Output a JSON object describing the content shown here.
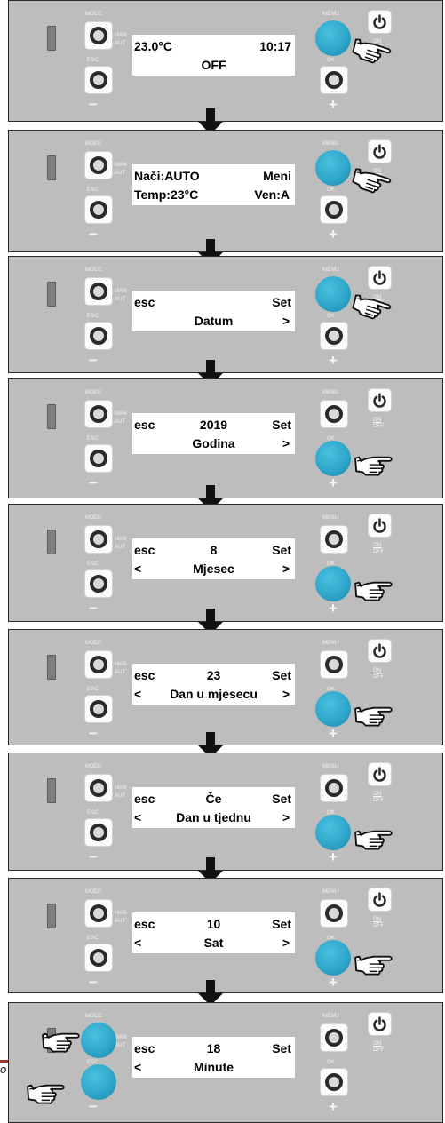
{
  "labels": {
    "mode": "MODE",
    "man": "MAN",
    "aut": "AUT",
    "esc": "ESC",
    "menu": "MENU",
    "ok": "OK",
    "on": "ON",
    "off": "OFF",
    "minus": "−",
    "plus": "+"
  },
  "panels": [
    {
      "line1_left": "23.0°C",
      "line1_center": "",
      "line1_right": "10:17",
      "line2_left": "",
      "line2_center": "OFF",
      "line2_right": "",
      "press": "menu"
    },
    {
      "line1_left": "Nači:AUTO",
      "line1_center": "",
      "line1_right": "Meni",
      "line2_left": "Temp:23°C",
      "line2_center": "",
      "line2_right": "Ven:A",
      "press": "menu"
    },
    {
      "line1_left": "esc",
      "line1_center": "",
      "line1_right": "Set",
      "line2_left": "",
      "line2_center": "Datum",
      "line2_right": ">",
      "press": "menu"
    },
    {
      "line1_left": "esc",
      "line1_center": "2019",
      "line1_right": "Set",
      "line2_left": "",
      "line2_center": "Godina",
      "line2_right": ">",
      "press": "ok"
    },
    {
      "line1_left": "esc",
      "line1_center": "8",
      "line1_right": "Set",
      "line2_left": "<",
      "line2_center": "Mjesec",
      "line2_right": ">",
      "press": "ok"
    },
    {
      "line1_left": "esc",
      "line1_center": "23",
      "line1_right": "Set",
      "line2_left": "<",
      "line2_center": "Dan u mjesecu",
      "line2_right": ">",
      "press": "ok"
    },
    {
      "line1_left": "esc",
      "line1_center": "Če",
      "line1_right": "Set",
      "line2_left": "<",
      "line2_center": "Dan u tjednu",
      "line2_right": ">",
      "press": "ok"
    },
    {
      "line1_left": "esc",
      "line1_center": "10",
      "line1_right": "Set",
      "line2_left": "<",
      "line2_center": "Sat",
      "line2_right": ">",
      "press": "ok"
    },
    {
      "line1_left": "esc",
      "line1_center": "18",
      "line1_right": "Set",
      "line2_left": "<",
      "line2_center": "Minute",
      "line2_right": "",
      "press": "left"
    }
  ],
  "colors": {
    "panel": "#bdbdbd",
    "press": "#2ea7cb"
  },
  "icons": {
    "pointer": "pointing-hand-icon",
    "arrow": "arrow-down-icon",
    "power": "power-icon"
  }
}
